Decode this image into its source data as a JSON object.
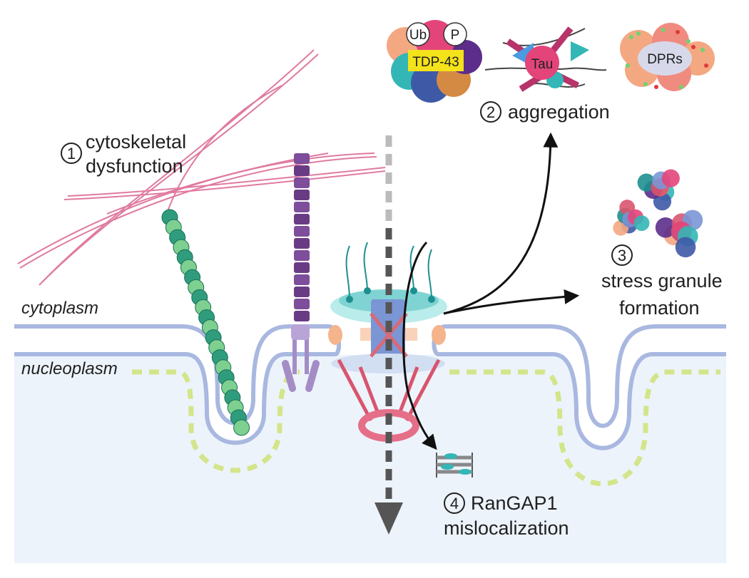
{
  "regions": {
    "cytoplasm": "cytoplasm",
    "nucleoplasm": "nucleoplasm"
  },
  "steps": [
    {
      "number": "1",
      "line1": "cytoskeletal",
      "line2": "dysfunction"
    },
    {
      "number": "2",
      "line1": "aggregation",
      "line2": ""
    },
    {
      "number": "3",
      "line1": "stress granule",
      "line2": "formation"
    },
    {
      "number": "4",
      "line1": "RanGAP1",
      "line2": "mislocalization"
    }
  ],
  "aggregates": {
    "tdp43": {
      "label": "TDP-43",
      "ub": "Ub",
      "p": "P"
    },
    "tau": {
      "label": "Tau"
    },
    "dprs": {
      "label": "DPRs"
    }
  },
  "colors": {
    "membrane": "#a9b8e0",
    "nucleoplasm_fill": "#edf3fb",
    "lamina_dash": "#d3e58a",
    "actin": "#e07aa0",
    "microtubule": "#3fa883",
    "neurofilament": "#7a4a93",
    "arrow_dark": "#111111",
    "transport_arrow": "#555555",
    "tdp43_yellow": "#f4e21a"
  }
}
